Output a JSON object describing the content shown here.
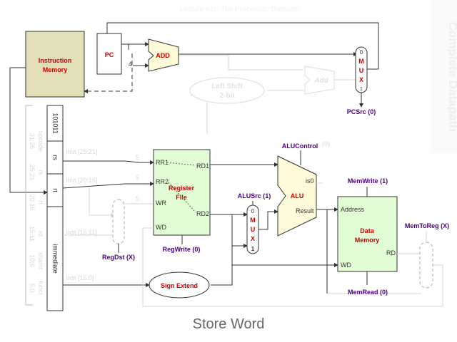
{
  "header": {
    "title": "Lecture #11: The Processor: Datapath"
  },
  "side_title": "Complete Datapath",
  "caption": "Store Word",
  "blocks": {
    "instruction_memory": {
      "line1": "Instruction",
      "line2": "Memory"
    },
    "pc": "PC",
    "add_main": "ADD",
    "add_branch": "Add",
    "left_shift": {
      "line1": "Left Shift",
      "line2": "2-bit"
    },
    "constant_4": "4",
    "register_file": {
      "line1": "Register",
      "line2": "File",
      "rr1": "RR1",
      "rr2": "RR2",
      "wr": "WR",
      "wd": "WD",
      "rd1": "RD1",
      "rd2": "RD2"
    },
    "alu": {
      "label": "ALU",
      "is0": "is0",
      "result": "Result"
    },
    "data_memory": {
      "line1": "Data",
      "line2": "Memory",
      "address": "Address",
      "rd": "RD",
      "wd": "WD"
    },
    "sign_extend": "Sign Extend",
    "pc_mux": {
      "l0": "0",
      "m": "M",
      "u": "U",
      "x": "X",
      "l1": "1"
    },
    "alu_mux": {
      "l0": "0",
      "m": "M",
      "u": "U",
      "x": "X",
      "l1": "1"
    }
  },
  "signals": {
    "pcsrc": "PCSrc (0)",
    "alucontrol": "ALUControl",
    "alucontrol_faint": "(0)",
    "alusrc": "ALUSrc (1)",
    "memwrite": "MemWrite (1)",
    "memtoreg": "MemToReg (X)",
    "regdst": "RegDst (X)",
    "regwrite": "RegWrite (0)",
    "memread": "MemRead (0)"
  },
  "instruction_fields": {
    "opcode_value": "101011",
    "fields": [
      "rs",
      "rt",
      "immediate"
    ],
    "faint_names": [
      "opcode",
      "rs",
      "rt",
      "rd",
      "shamt",
      "funct"
    ],
    "faint_bits": [
      "31:26",
      "25:21",
      "20:16",
      "15:11",
      "10:6",
      "5:0"
    ]
  },
  "wire_labels": {
    "inst_25_21": "Inst [25:21]",
    "inst_20_16": "Inst [20:16]",
    "inst_15_11": "Inst [15:11]",
    "inst_15_0": "Inst [15:0]",
    "num_5a": "5",
    "num_5b": "5",
    "num_5c": "5"
  },
  "colors": {
    "instr_mem_fill": "#e3dfb9",
    "reg_file_fill": "#e2fcd6",
    "data_mem_fill": "#e2fcd6",
    "alu_fill": "#fffbd8",
    "add_fill": "#fffbd8",
    "block_label": "#cc0000",
    "control_signal": "#4b0082"
  }
}
